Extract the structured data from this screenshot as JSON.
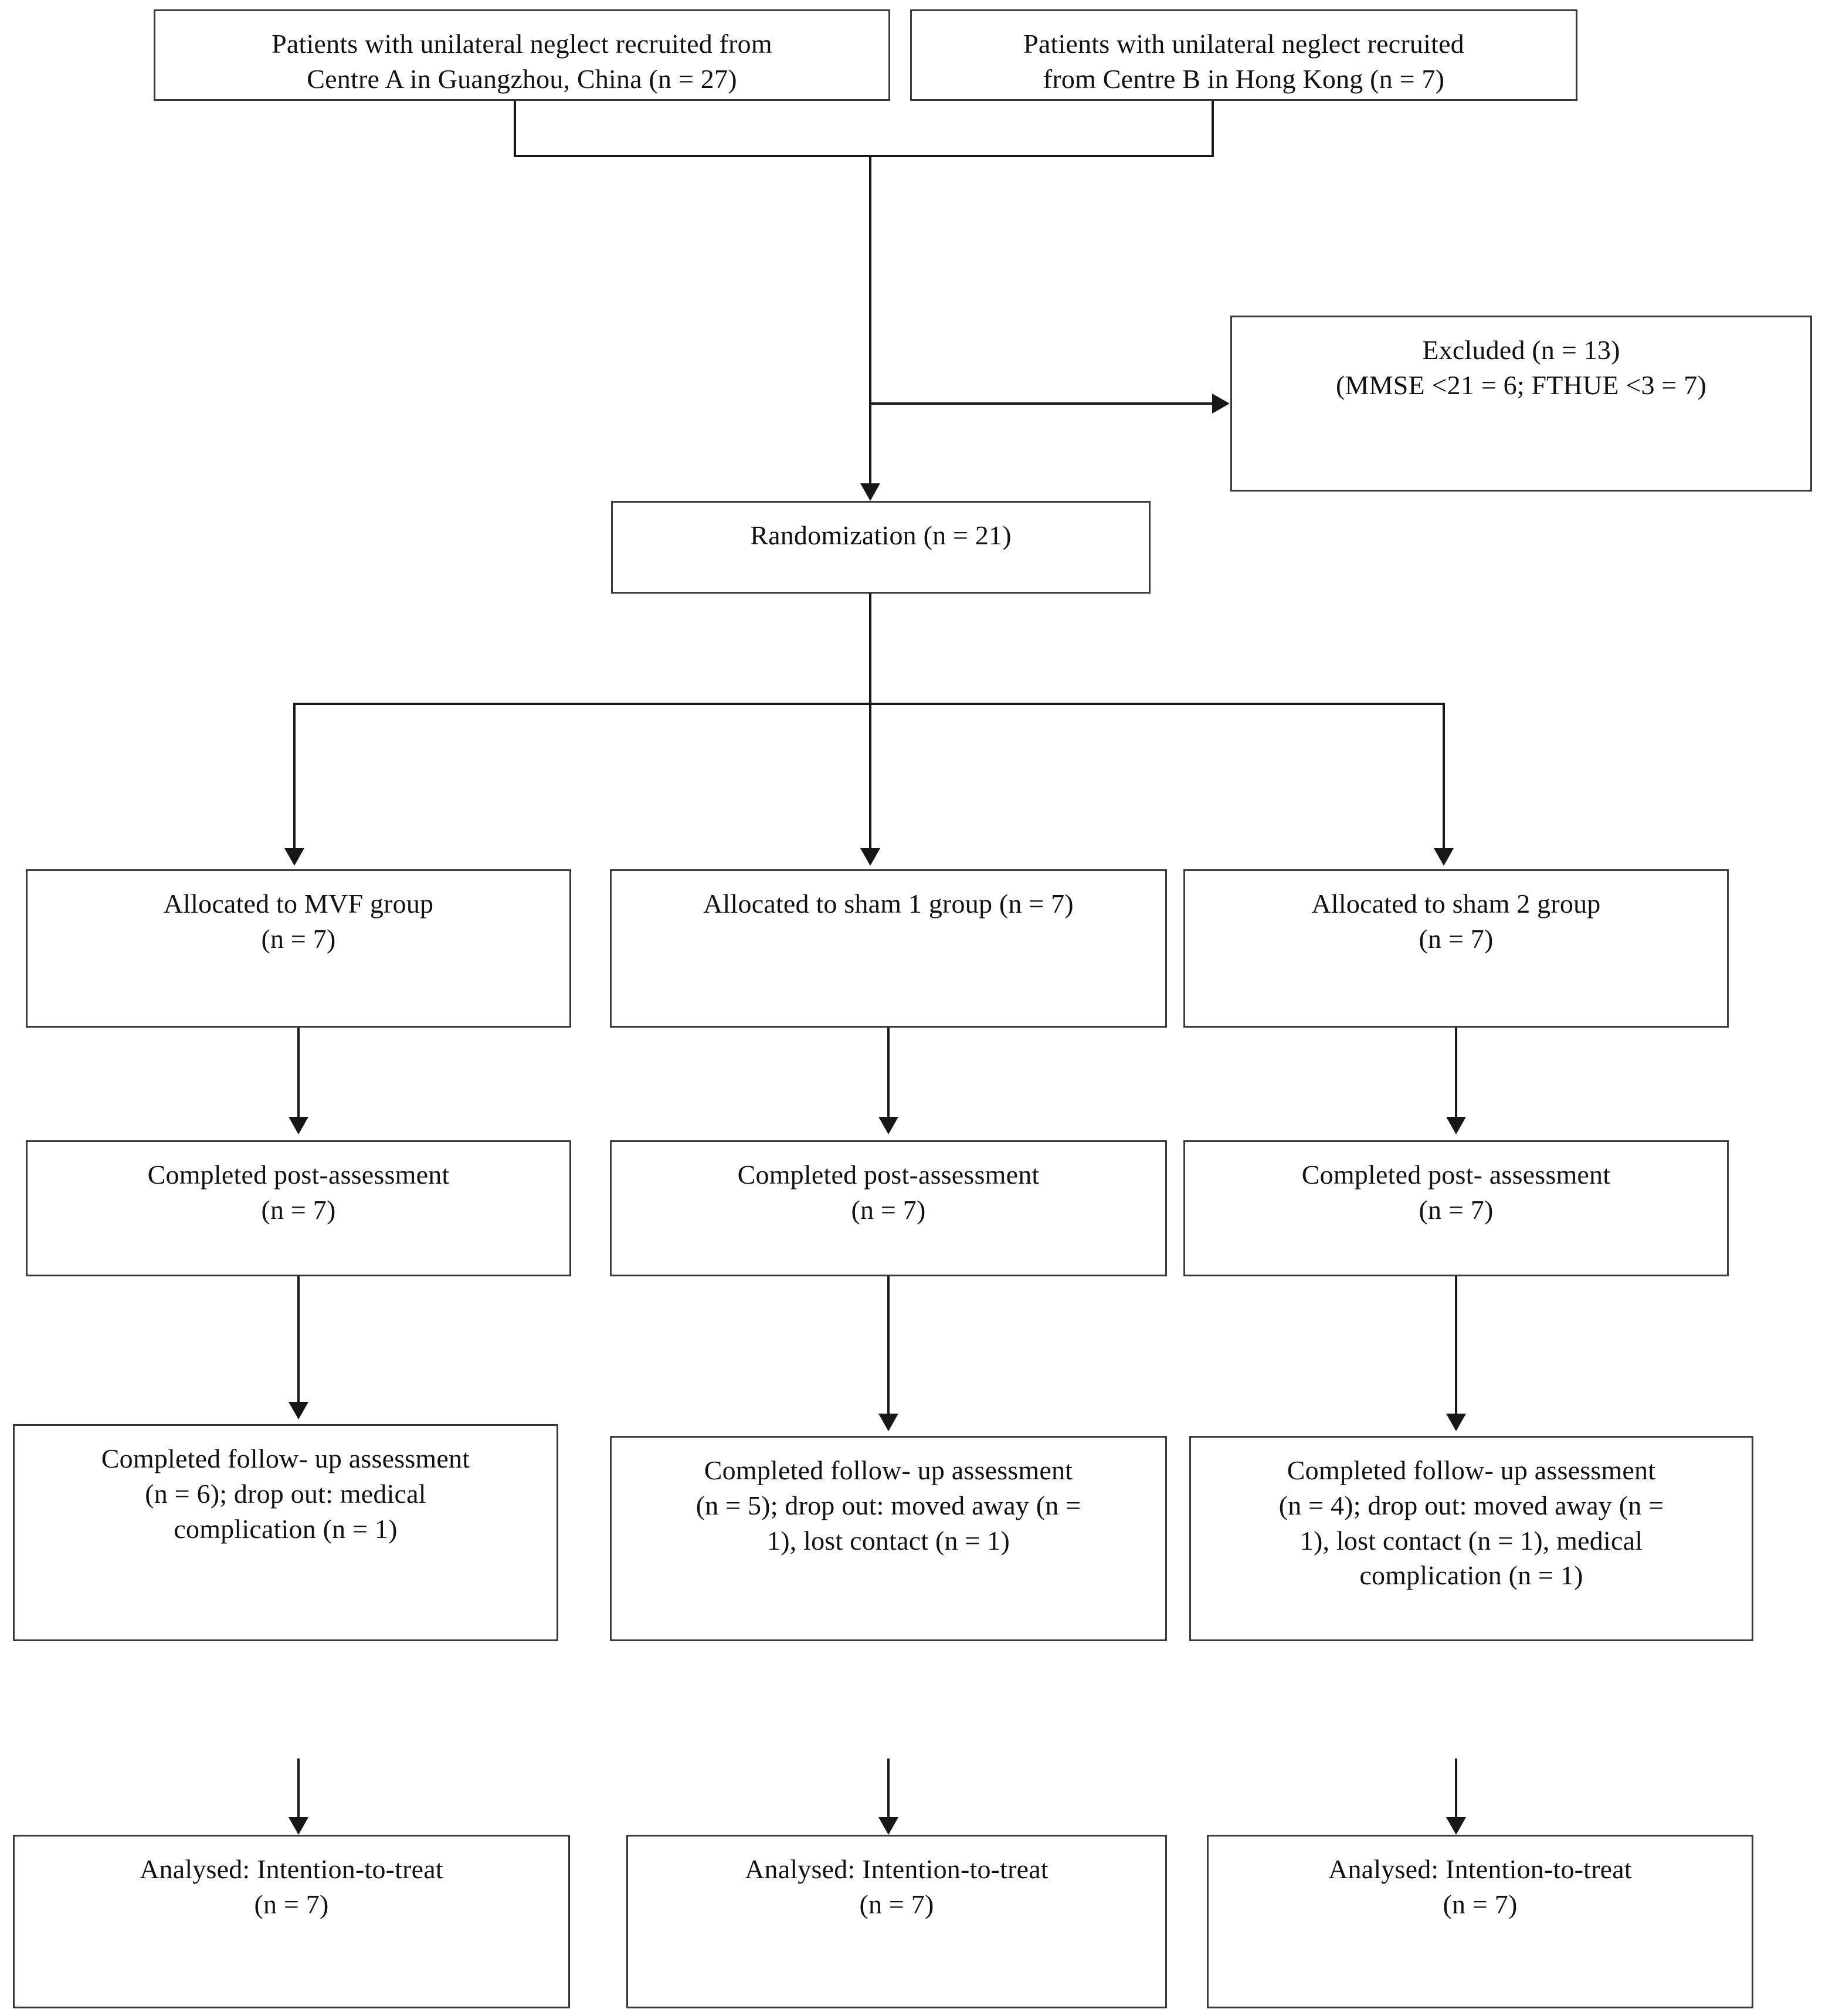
{
  "diagram": {
    "title": "CONSORT participant flow diagram",
    "type": "flowchart",
    "line_color": "#171717",
    "box_border_color": "#3a3a3a",
    "background": "#ffffff"
  },
  "nodes": {
    "recruit_centre_a": {
      "text": "Patients with unilateral neglect recruited from\nCentre A in Guangzhou, China (n = 27)",
      "n": 27,
      "centre": "Centre A",
      "location": "Guangzhou, China"
    },
    "recruit_centre_b": {
      "text": "Patients with unilateral neglect recruited\nfrom Centre B in Hong Kong (n = 7)",
      "n": 7,
      "centre": "Centre B",
      "location": "Hong Kong"
    },
    "excluded": {
      "text": "Excluded (n = 13)\n(MMSE <21 = 6; FTHUE <3 = 7)",
      "n": 13,
      "reasons": [
        {
          "criterion": "MMSE <21",
          "n": 6
        },
        {
          "criterion": "FTHUE <3",
          "n": 7
        }
      ]
    },
    "randomization": {
      "text": "Randomization (n = 21)",
      "n": 21
    },
    "alloc_mvf": {
      "text": "Allocated to MVF group\n(n = 7)",
      "group": "MVF",
      "n": 7
    },
    "alloc_sham1": {
      "text": "Allocated to sham 1 group (n = 7)",
      "group": "sham 1",
      "n": 7
    },
    "alloc_sham2": {
      "text": "Allocated to sham 2 group\n(n = 7)",
      "group": "sham 2",
      "n": 7
    },
    "post_mvf": {
      "text": "Completed post-assessment\n(n = 7)",
      "n": 7
    },
    "post_sham1": {
      "text": "Completed post-assessment\n(n = 7)",
      "n": 7
    },
    "post_sham2": {
      "text": "Completed post- assessment\n(n = 7)",
      "n": 7
    },
    "follow_mvf": {
      "text": "Completed follow- up assessment\n(n = 6); drop out: medical\ncomplication (n = 1)",
      "n": 6,
      "dropouts": [
        {
          "reason": "medical complication",
          "n": 1
        }
      ]
    },
    "follow_sham1": {
      "text": "Completed follow- up assessment\n(n = 5); drop out: moved away (n =\n1), lost contact (n = 1)",
      "n": 5,
      "dropouts": [
        {
          "reason": "moved away",
          "n": 1
        },
        {
          "reason": "lost contact",
          "n": 1
        }
      ]
    },
    "follow_sham2": {
      "text": "Completed follow- up assessment\n(n = 4); drop out: moved away (n =\n1), lost contact (n = 1), medical\ncomplication (n = 1)",
      "n": 4,
      "dropouts": [
        {
          "reason": "moved away",
          "n": 1
        },
        {
          "reason": "lost contact",
          "n": 1
        },
        {
          "reason": "medical complication",
          "n": 1
        }
      ]
    },
    "analysed_mvf": {
      "text": "Analysed: Intention-to-treat\n(n = 7)",
      "n": 7
    },
    "analysed_sham1": {
      "text": "Analysed: Intention-to-treat\n(n = 7)",
      "n": 7
    },
    "analysed_sham2": {
      "text": "Analysed: Intention-to-treat\n(n = 7)",
      "n": 7
    }
  }
}
